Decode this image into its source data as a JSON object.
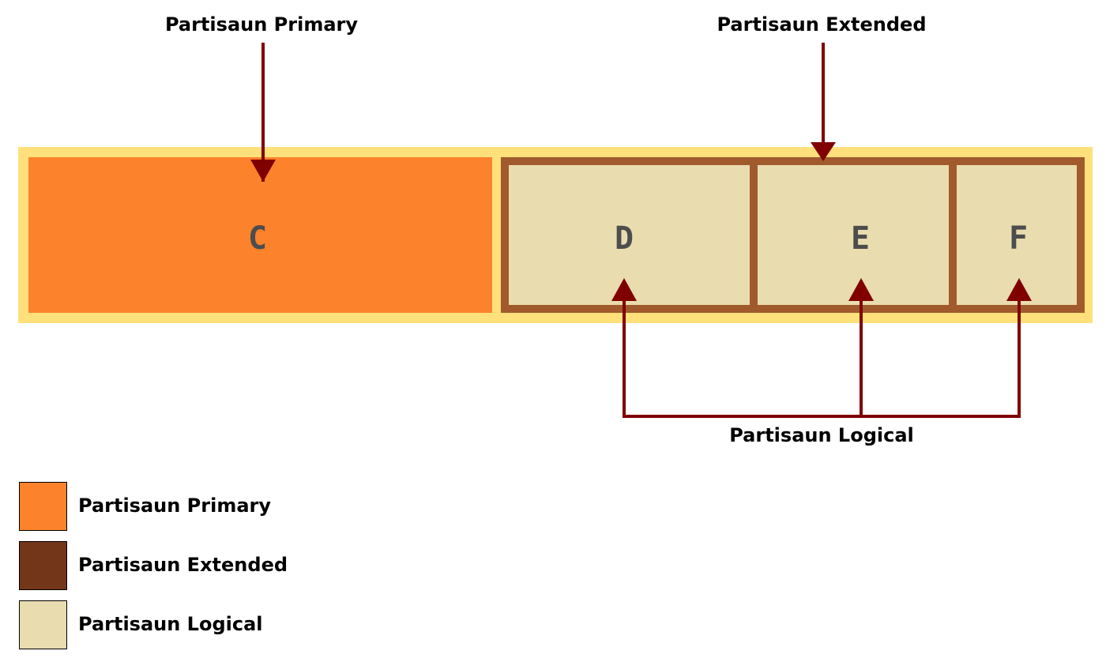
{
  "colors": {
    "disk_background": "#ffe07a",
    "primary_fill": "#fd822c",
    "extended_border": "#a05a2c",
    "logical_fill": "#e9dcaf",
    "arrow": "#800000",
    "legend_extended": "#733619",
    "text_partition_letter": "#4d4d4d"
  },
  "callouts": {
    "primary": "Partisaun Primary",
    "extended": "Partisaun Extended",
    "logical": "Partisaun Logical"
  },
  "partitions": {
    "c": "C",
    "d": "D",
    "e": "E",
    "f": "F"
  },
  "legend": [
    {
      "label": "Partisaun Primary",
      "color": "#fd822c"
    },
    {
      "label": "Partisaun Extended",
      "color": "#733619"
    },
    {
      "label": "Partisaun Logical",
      "color": "#e9dcaf"
    }
  ]
}
